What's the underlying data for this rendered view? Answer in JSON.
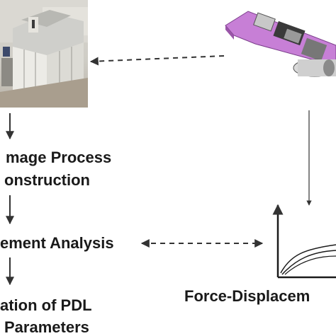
{
  "steps": {
    "image_process_line1": "mage Process",
    "image_process_line2": "onstruction",
    "analysis": "ement Analysis",
    "pdl_line1": "ation of PDL",
    "pdl_line2": "Parameters"
  },
  "force_displacement_label": "Force-Displacem",
  "colors": {
    "text": "#1a1a1a",
    "arrow": "#333333",
    "fixture_plate": "#c77fd6",
    "machine_body": "#e8e6e0"
  }
}
